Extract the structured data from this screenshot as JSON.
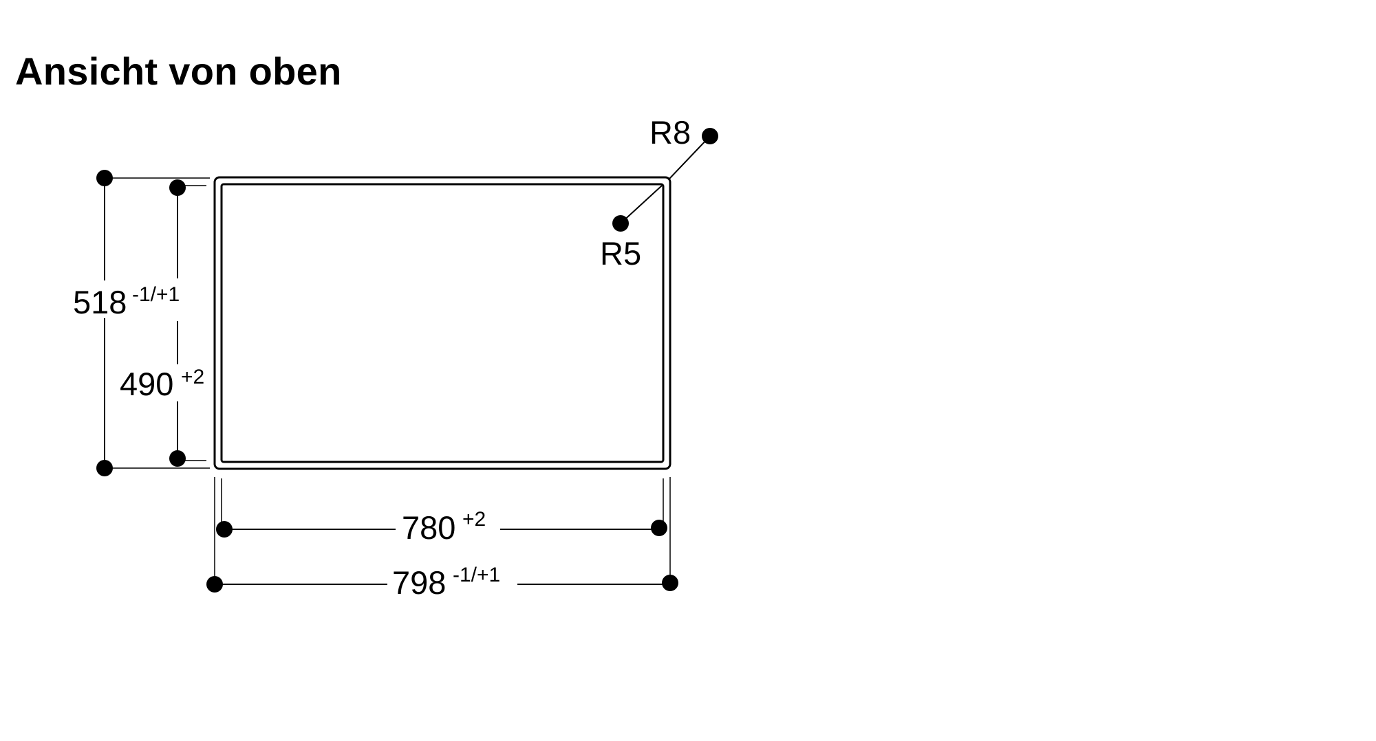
{
  "title": "Ansicht von oben",
  "dimensions": {
    "outer_height": {
      "value": "518",
      "tolerance": "-1/+1"
    },
    "inner_height": {
      "value": "490",
      "tolerance": "+2"
    },
    "inner_width": {
      "value": "780",
      "tolerance": "+2"
    },
    "outer_width": {
      "value": "798",
      "tolerance": "-1/+1"
    }
  },
  "radii": {
    "outer": "R8",
    "inner": "R5"
  },
  "colors": {
    "line": "#000000",
    "background": "#ffffff"
  }
}
